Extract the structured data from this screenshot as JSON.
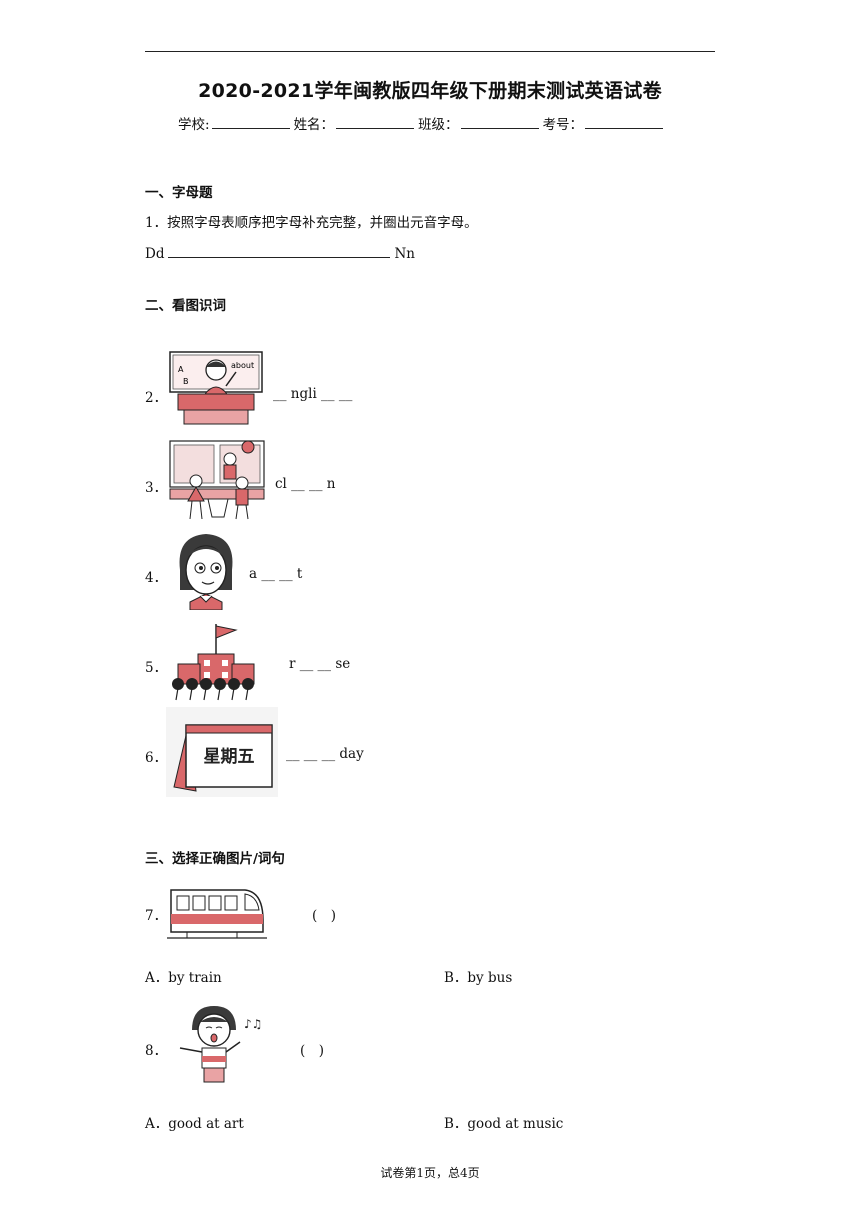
{
  "header": {
    "title": "2020-2021学年闽教版四年级下册期末测试英语试卷",
    "fields": [
      "学校:",
      "姓名：",
      "班级：",
      "考号："
    ]
  },
  "section1": {
    "heading": "一、字母题",
    "q1": {
      "num": "1．",
      "text": "按照字母表顺序把字母补充完整，并圈出元音字母。"
    },
    "line": {
      "start": "Dd",
      "end": "Nn"
    }
  },
  "section2": {
    "heading": "二、看图识词",
    "items": [
      {
        "num": "2．",
        "word": "__ ngli __ __",
        "board_text": "about",
        "board_a": "A",
        "board_b": "B"
      },
      {
        "num": "3．",
        "word": "cl __ __ n"
      },
      {
        "num": "4．",
        "word": "a __ __ t"
      },
      {
        "num": "5．",
        "word": "r __ __ se"
      },
      {
        "num": "6．",
        "word": "__ __ __ day",
        "calendar_text": "星期五"
      }
    ]
  },
  "section3": {
    "heading": "三、选择正确图片/词句",
    "q7": {
      "num": "7．",
      "paren": "(　)",
      "optA": "A．by train",
      "optB": "B．by bus"
    },
    "q8": {
      "num": "8．",
      "paren": "(　)",
      "optA": "A．good at art",
      "optB": "B．good at music"
    }
  },
  "footer": {
    "text": "试卷第1页，总4页"
  },
  "colors": {
    "accent": "#d9686a",
    "ink": "#111111"
  }
}
